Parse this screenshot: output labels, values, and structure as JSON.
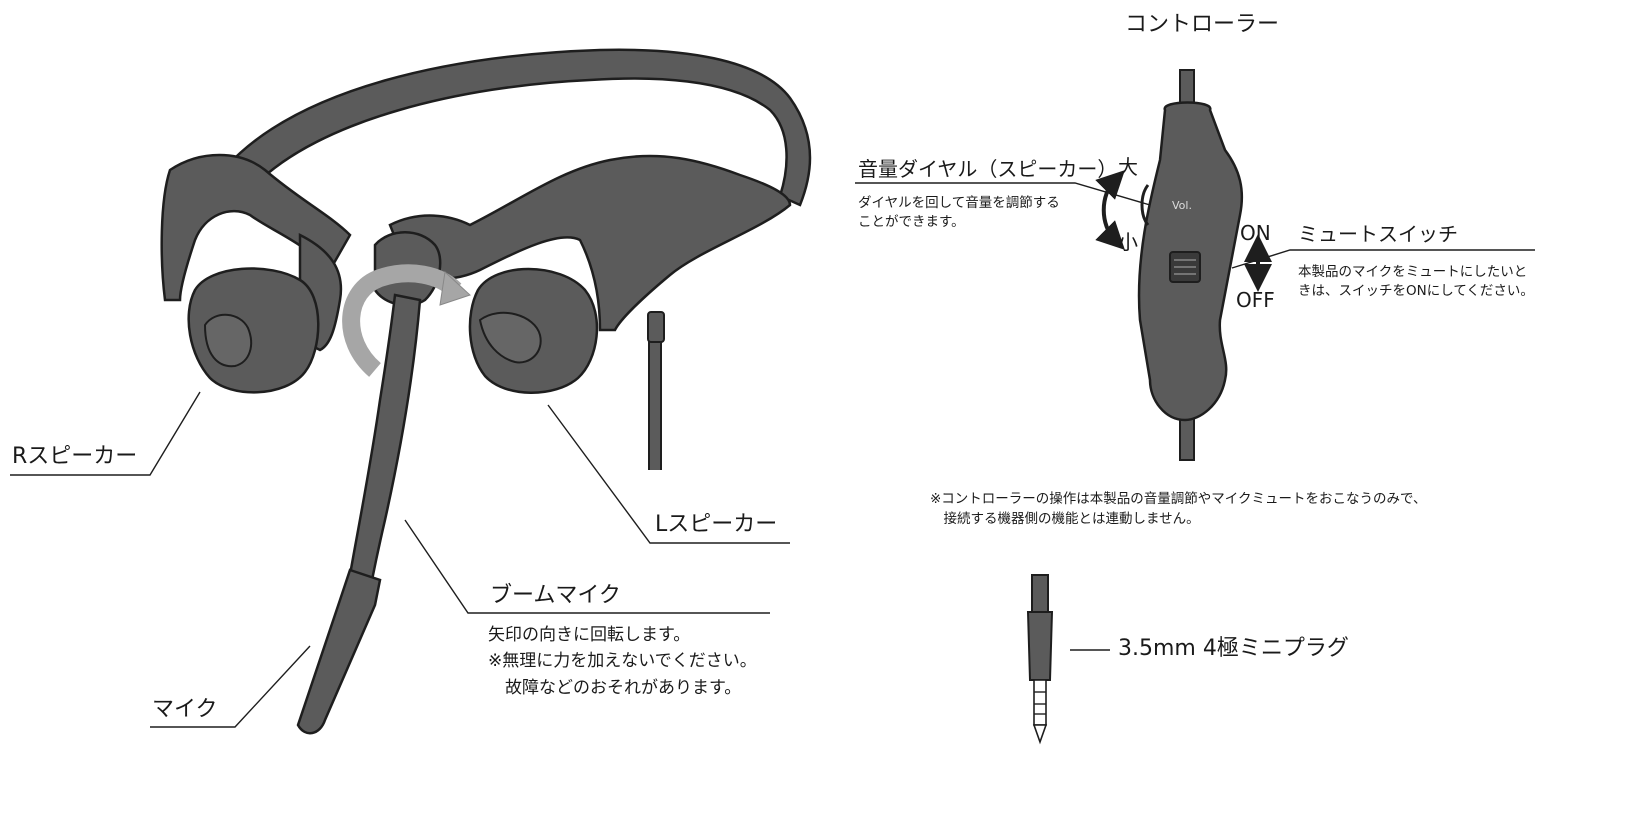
{
  "headset": {
    "r_speaker": "Rスピーカー",
    "l_speaker": "Lスピーカー",
    "boom_mic": "ブームマイク",
    "boom_mic_desc": [
      "矢印の向きに回転します。",
      "※無理に力を加えないでください。",
      "　故障などのおそれがあります。"
    ],
    "mic": "マイク"
  },
  "controller": {
    "title": "コントローラー",
    "volume_dial": "音量ダイヤル（スピーカー）",
    "volume_dial_desc": [
      "ダイヤルを回して音量を調節する",
      "ことができます。"
    ],
    "vol_up": "大",
    "vol_down": "小",
    "vol_print": "Vol.",
    "mute_on": "ON",
    "mute_off": "OFF",
    "mute_switch": "ミュートスイッチ",
    "mute_desc": [
      "本製品のマイクをミュートにしたいと",
      "きは、スイッチをONにしてください。"
    ],
    "note": [
      "※コントローラーの操作は本製品の音量調節やマイクミュートをおこなうのみで、",
      "　接続する機器側の機能とは連動しません。"
    ]
  },
  "plug": {
    "label": "3.5mm 4極ミニプラグ"
  },
  "colors": {
    "body": "#5b5b5b",
    "outline": "#1e1e1e",
    "arrow": "#a6a6a6"
  }
}
